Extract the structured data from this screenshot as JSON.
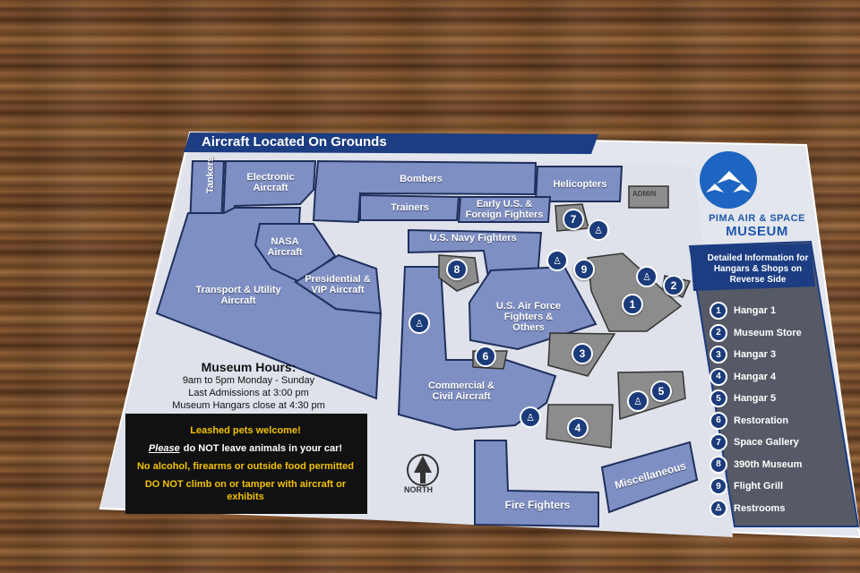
{
  "header": {
    "title": "Aircraft Located On Grounds"
  },
  "zones": {
    "tankers": "Tankers",
    "electronic": "Electronic Aircraft",
    "bombers": "Bombers",
    "helicopters": "Helicopters",
    "trainers": "Trainers",
    "early_us": "Early U.S. & Foreign Fighters",
    "nasa": "NASA Aircraft",
    "presidential": "Presidential & VIP Aircraft",
    "transport": "Transport & Utility Aircraft",
    "navy": "U.S. Navy Fighters",
    "air_force": "U.S. Air Force Fighters & Others",
    "commercial": "Commercial & Civil Aircraft",
    "fire": "Fire Fighters",
    "misc": "Miscellaneous"
  },
  "admin_label": "ADMIN",
  "north_label": "NORTH",
  "hours": {
    "title": "Museum Hours:",
    "lines": [
      "9am to 5pm Monday - Sunday",
      "Last Admissions at 3:00 pm",
      "Museum Hangars close at 4:30 pm"
    ]
  },
  "notice": {
    "line1": "Leashed pets welcome!",
    "please": "Please",
    "line2": "do NOT leave animals in your car!",
    "line3": "No alcohol, firearms or outside food permitted",
    "line4": "DO NOT climb on or tamper with aircraft or exhibits"
  },
  "brand": {
    "line1": "PIMA AIR & SPACE",
    "line2": "MUSEUM"
  },
  "legend": {
    "heading": "Detailed Information for Hangars & Shops on Reverse Side",
    "items": [
      {
        "num": "1",
        "label": "Hangar 1"
      },
      {
        "num": "2",
        "label": "Museum Store"
      },
      {
        "num": "3",
        "label": "Hangar 3"
      },
      {
        "num": "4",
        "label": "Hangar 4"
      },
      {
        "num": "5",
        "label": "Hangar 5"
      },
      {
        "num": "6",
        "label": "Restoration"
      },
      {
        "num": "7",
        "label": "Space Gallery"
      },
      {
        "num": "8",
        "label": "390th Museum"
      },
      {
        "num": "9",
        "label": "Flight Grill"
      },
      {
        "num": "",
        "label": "Restrooms"
      }
    ]
  },
  "markers": [
    "1",
    "2",
    "3",
    "4",
    "5",
    "6",
    "7",
    "8",
    "9"
  ],
  "colors": {
    "zone": "#7e8fc4",
    "navy_bar": "#1c3d82",
    "building": "#8c8c8c",
    "sheet": "#e6e8ee"
  }
}
